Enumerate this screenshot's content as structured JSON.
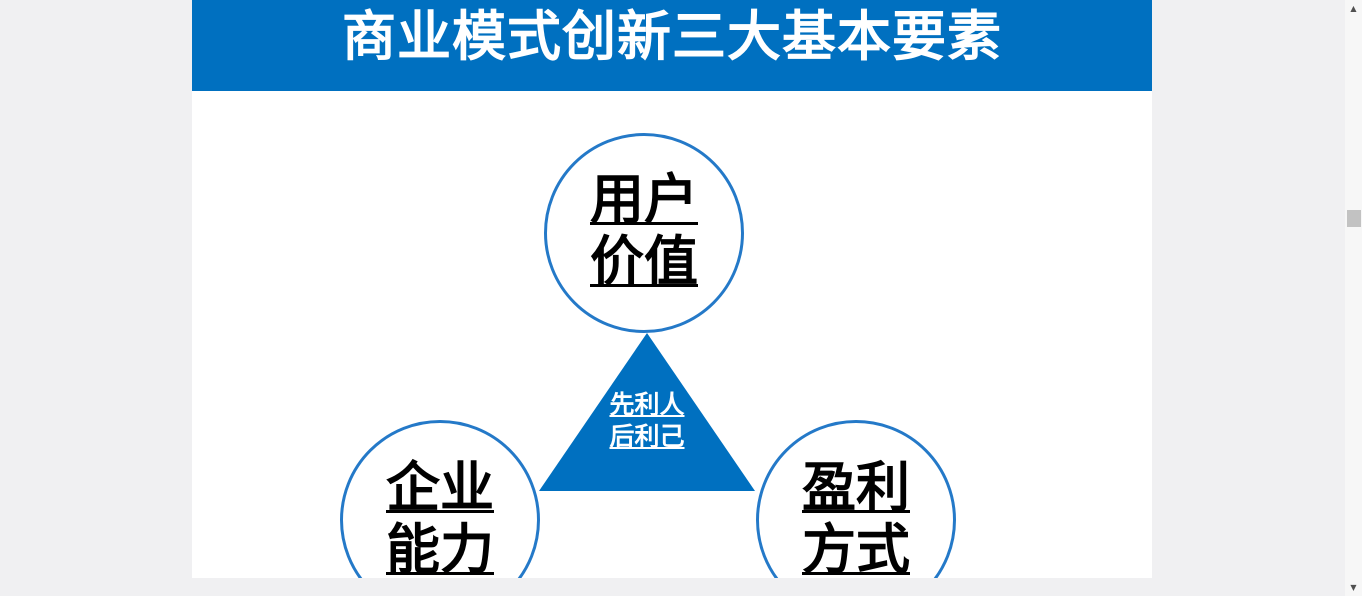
{
  "slide": {
    "title": "商业模式创新三大基本要素",
    "colors": {
      "title_bar": "#0070c0",
      "circle_border": "#2479c8",
      "triangle_fill": "#0070c0",
      "text_dark": "#000000",
      "text_light": "#ffffff"
    }
  },
  "diagram": {
    "top_circle": {
      "line1": "用户",
      "line2": "价值"
    },
    "left_circle": {
      "line1": "企业",
      "line2": "能力"
    },
    "right_circle": {
      "line1": "盈利",
      "line2": "方式"
    },
    "center_triangle": {
      "line1": "先利人",
      "line2": "后利己"
    }
  },
  "scrollbar": {
    "up_icon": "chevron-up-icon",
    "down_icon": "chevron-down-icon"
  }
}
